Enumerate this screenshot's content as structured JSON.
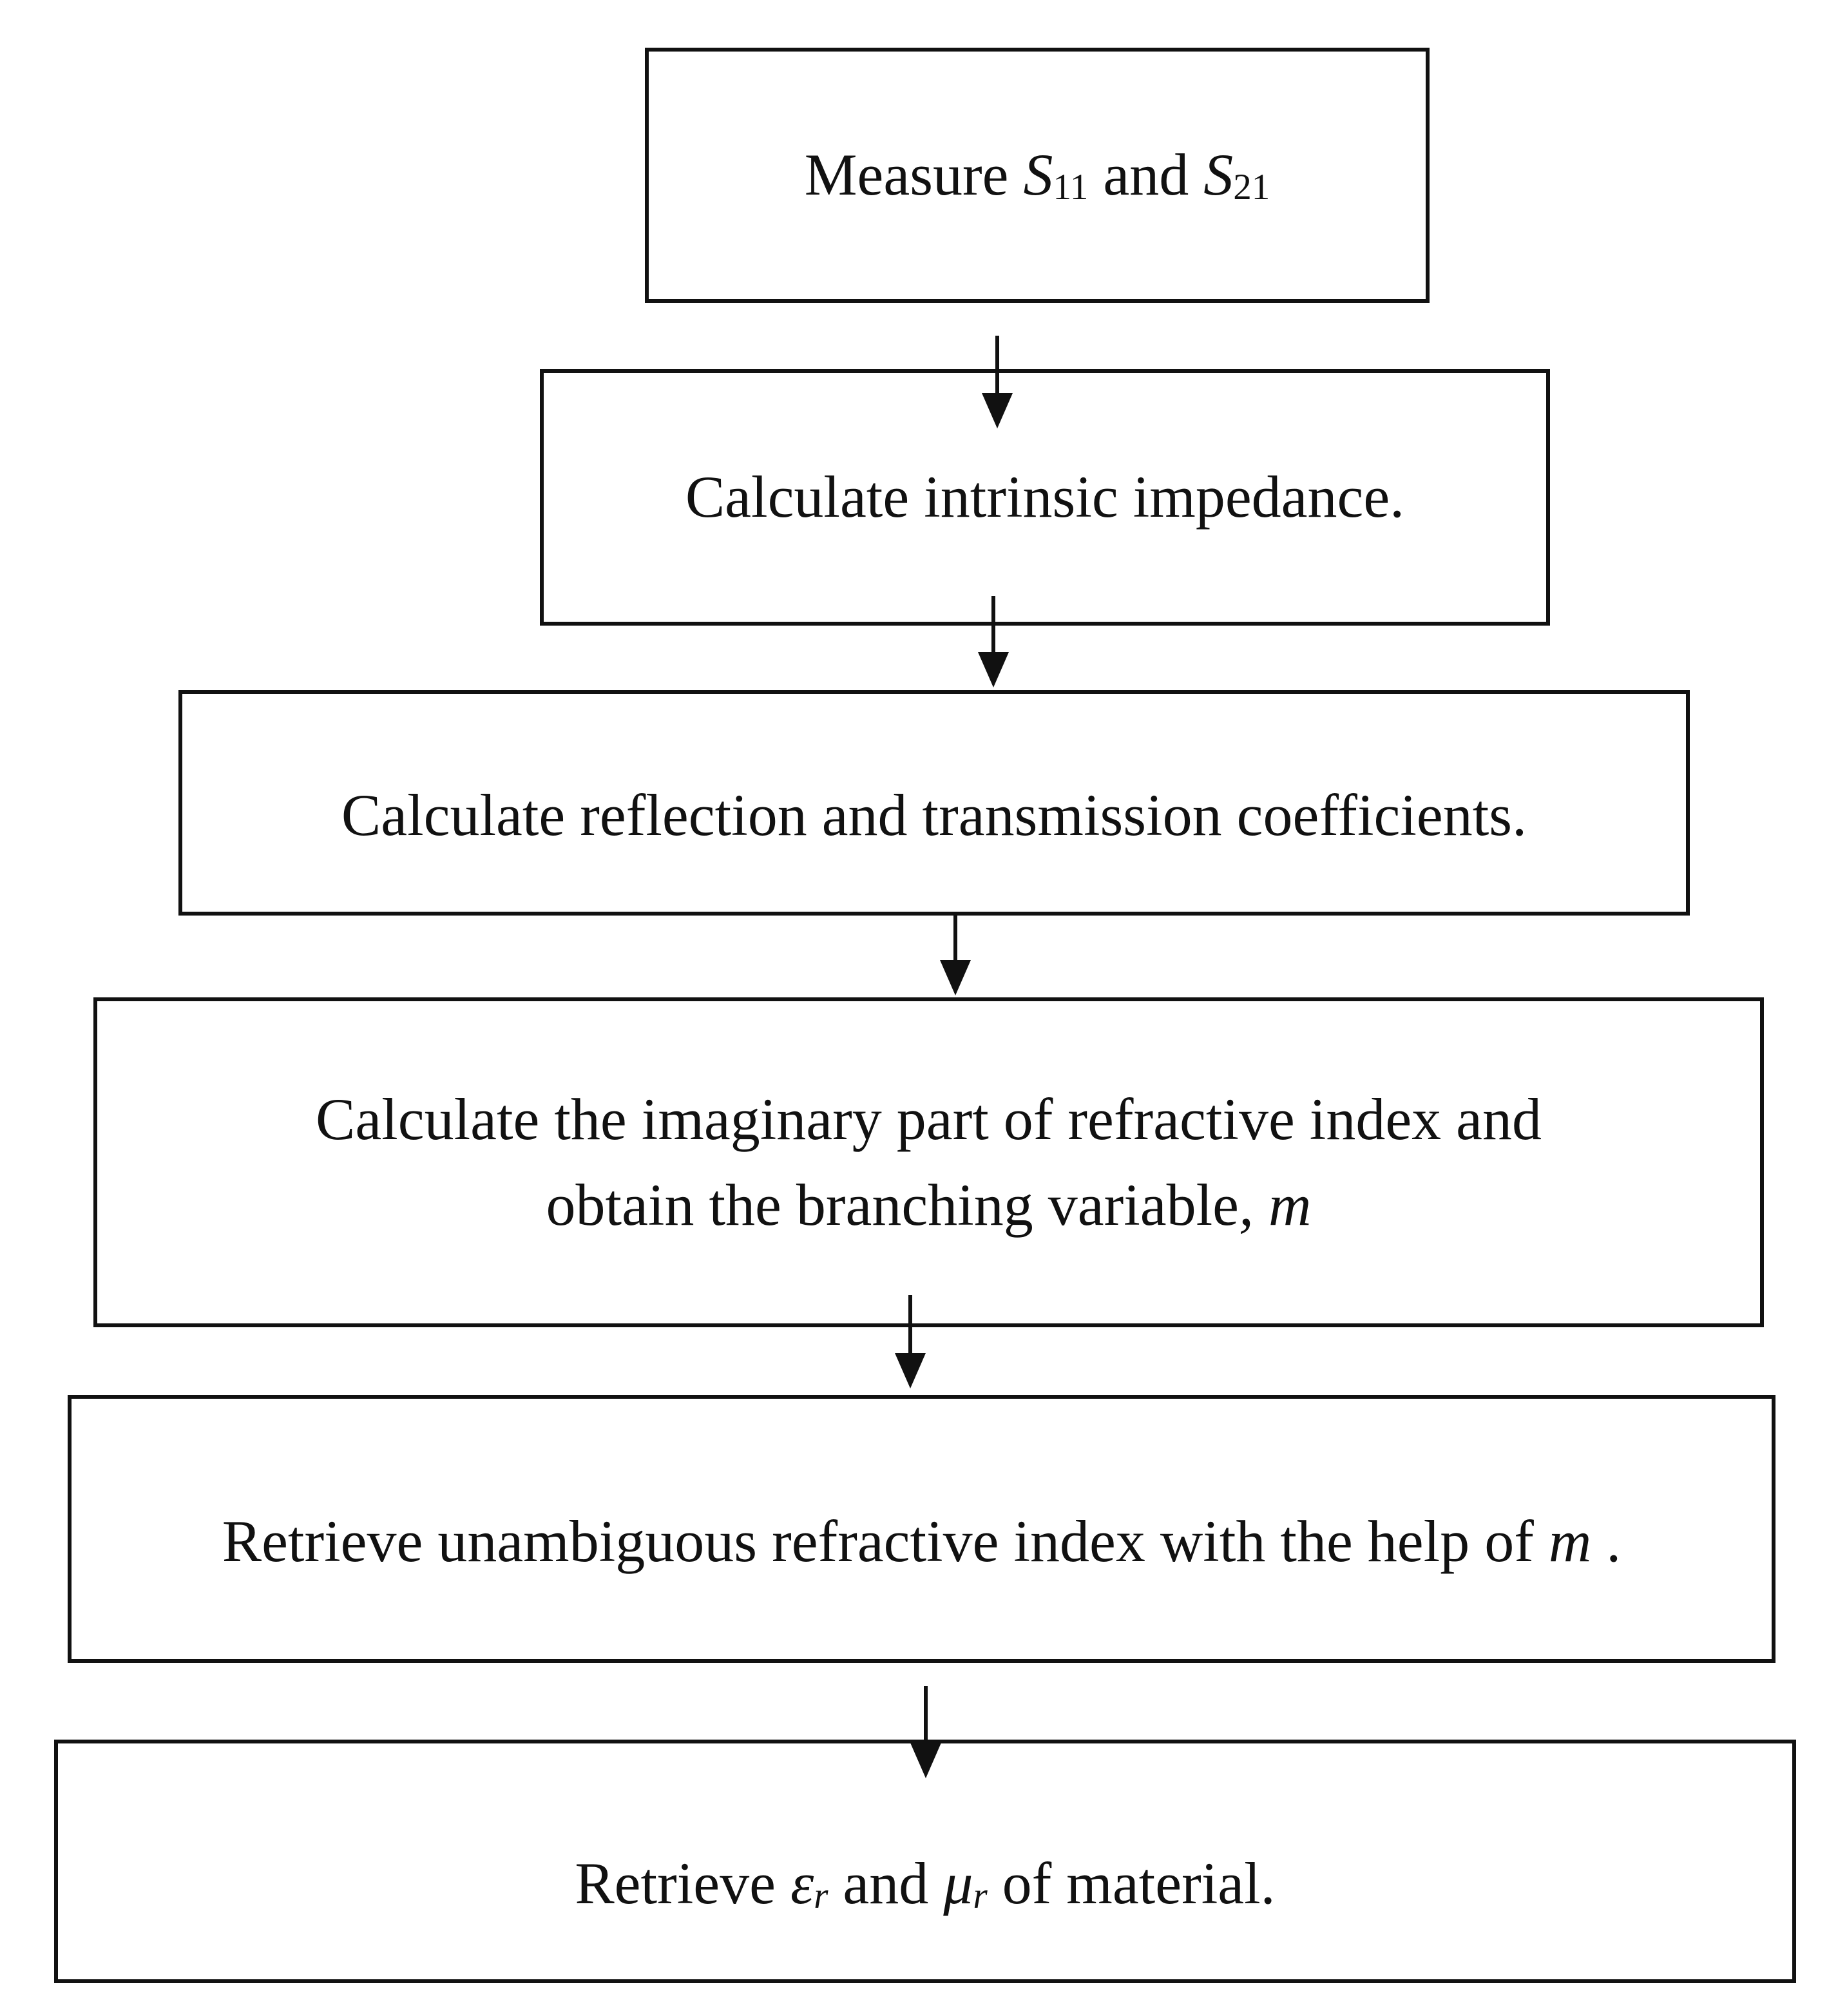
{
  "steps": [
    {
      "parts": [
        "Measure ",
        "S",
        "11",
        " and ",
        "S",
        "21"
      ]
    },
    {
      "text": "Calculate intrinsic impedance."
    },
    {
      "text": "Calculate reflection and transmission coefficients."
    },
    {
      "line1": "Calculate the imaginary part of refractive index and",
      "line2_a": "obtain the branching variable",
      "line2_b": ", m"
    },
    {
      "text_a": "Retrieve unambiguous refractive index with the help of ",
      "m": "m",
      "text_b": " ."
    },
    {
      "a": "Retrieve ",
      "eps": "ε",
      "eps_sub": "r",
      "b": " and ",
      "mu": "μ",
      "mu_sub": "r",
      "c": " of material."
    }
  ],
  "colors": {
    "stroke": "#111111",
    "background": "#ffffff"
  }
}
